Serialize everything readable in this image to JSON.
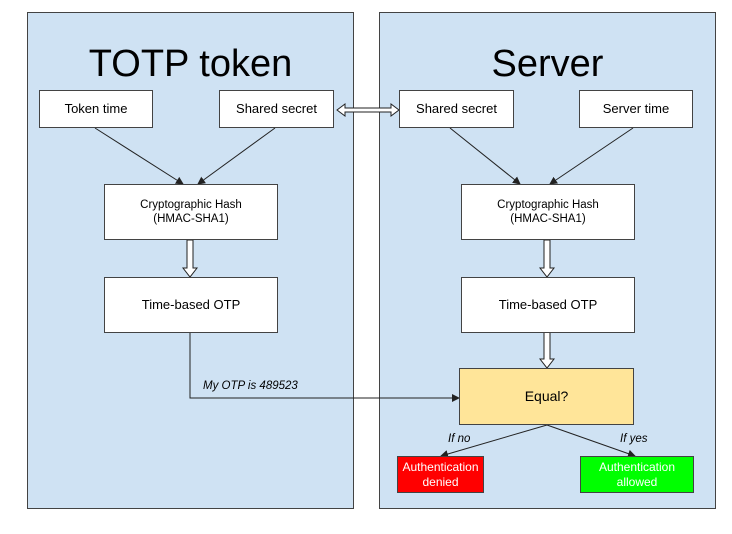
{
  "left_panel": {
    "title": "TOTP token",
    "token_time": "Token time",
    "shared_secret": "Shared secret",
    "hash": "Cryptographic Hash\n(HMAC-SHA1)",
    "otp": "Time-based OTP"
  },
  "right_panel": {
    "title": "Server",
    "shared_secret": "Shared secret",
    "server_time": "Server time",
    "hash": "Cryptographic Hash\n(HMAC-SHA1)",
    "otp": "Time-based OTP",
    "equal": "Equal?",
    "denied": "Authentication\ndenied",
    "allowed": "Authentication\nallowed"
  },
  "labels": {
    "otp_message": "My OTP is 489523",
    "if_no": "If no",
    "if_yes": "If yes"
  },
  "colors": {
    "panel": "#cfe2f3",
    "equal": "#ffe599",
    "denied": "#ff0000",
    "allowed": "#00ff00"
  }
}
